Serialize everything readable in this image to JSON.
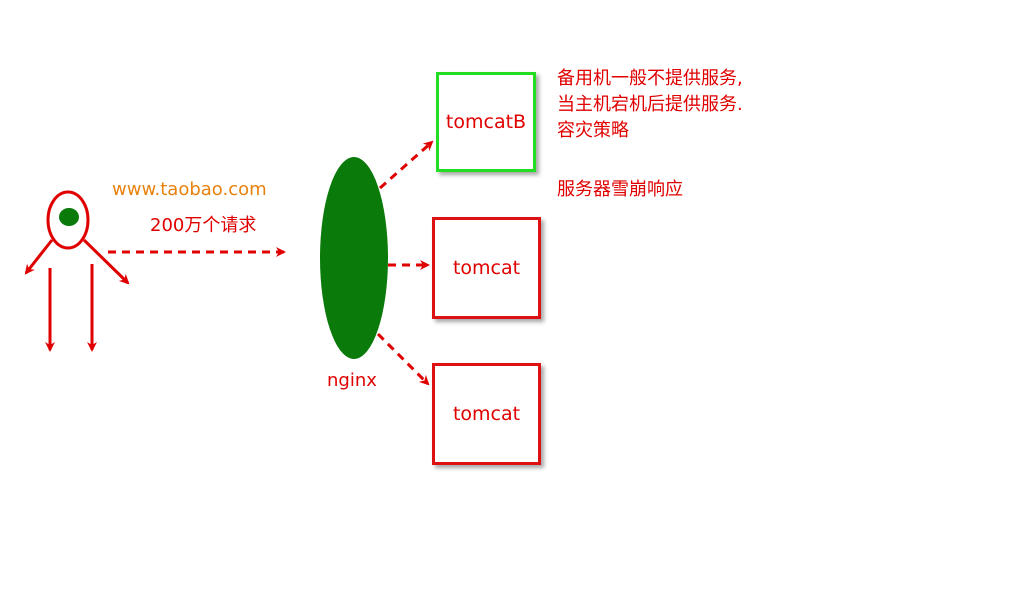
{
  "client": {
    "url": "www.taobao.com",
    "requests": "200万个请求"
  },
  "balancer": {
    "label": "nginx"
  },
  "servers": [
    {
      "label": "tomcatB",
      "role": "backup"
    },
    {
      "label": "tomcat",
      "role": "active"
    },
    {
      "label": "tomcat",
      "role": "active"
    }
  ],
  "notes": {
    "line1": "备用机一般不提供服务,",
    "line2": "当主机宕机后提供服务.",
    "line3": "容灾策略",
    "line4": "服务器雪崩响应"
  },
  "colors": {
    "stroke": "#e00000",
    "nginx_fill": "#0a7a0a",
    "backup_border": "#22dd22",
    "active_border": "#dd1111",
    "url_text": "#e8820c"
  }
}
